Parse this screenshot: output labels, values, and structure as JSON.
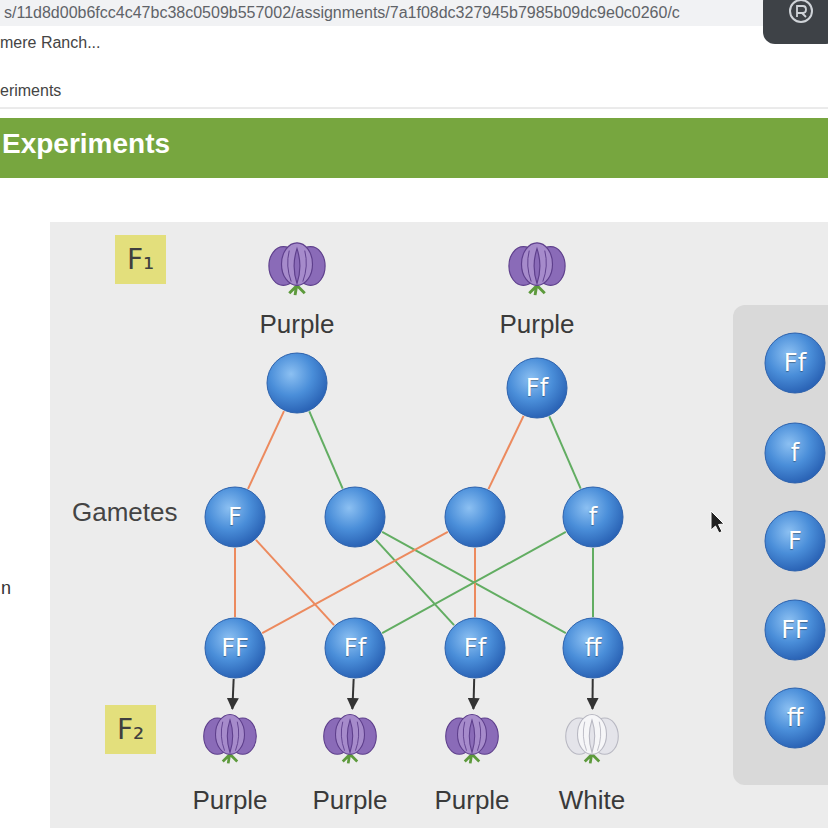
{
  "diagram": {
    "nodes": [
      {
        "text": [
          "F₁"
        ]
      },
      {
        "text": [
          "Purple"
        ]
      },
      {
        "text": [
          "Purple"
        ]
      },
      {
        "text": []
      },
      {
        "text": [
          "Ff"
        ]
      },
      {
        "text": [
          "F"
        ]
      },
      {
        "text": []
      },
      {
        "text": []
      },
      {
        "text": [
          "f"
        ]
      },
      {
        "text": [
          "FF"
        ]
      },
      {
        "text": [
          "Ff"
        ]
      },
      {
        "text": [
          "Ff"
        ]
      },
      {
        "text": [
          "ff"
        ]
      },
      {
        "text": [
          "F₂"
        ]
      },
      {
        "text": [
          "Purple"
        ]
      },
      {
        "text": [
          "Purple"
        ]
      },
      {
        "text": [
          "Purple"
        ]
      },
      {
        "text": [
          "White"
        ]
      },
      {
        "text": [
          "Ff"
        ]
      },
      {
        "text": [
          "f"
        ]
      },
      {
        "text": [
          "F"
        ]
      },
      {
        "text": [
          "FF"
        ]
      },
      {
        "text": [
          "ff"
        ]
      }
    ],
    "edges": [
      {
        "from": 3,
        "to": 5,
        "arrow": "none"
      },
      {
        "from": 3,
        "to": 6,
        "arrow": "none"
      },
      {
        "from": 4,
        "to": 7,
        "arrow": "none"
      },
      {
        "from": 4,
        "to": 8,
        "arrow": "none"
      },
      {
        "from": 5,
        "to": 9,
        "arrow": "none"
      },
      {
        "from": 5,
        "to": 10,
        "arrow": "none"
      },
      {
        "from": 6,
        "to": 11,
        "arrow": "none"
      },
      {
        "from": 6,
        "to": 12,
        "arrow": "none"
      },
      {
        "from": 7,
        "to": 9,
        "arrow": "none"
      },
      {
        "from": 7,
        "to": 11,
        "arrow": "none"
      },
      {
        "from": 8,
        "to": 10,
        "arrow": "none"
      },
      {
        "from": 8,
        "to": 12,
        "arrow": "none"
      },
      {
        "from": 9,
        "to": 14,
        "arrow": "to"
      },
      {
        "from": 10,
        "to": 15,
        "arrow": "to"
      },
      {
        "from": 11,
        "to": 16,
        "arrow": "to"
      },
      {
        "from": 12,
        "to": 17,
        "arrow": "to"
      }
    ],
    "labels": [
      "s/11d8d00b6fcc4c47bc38c0509b557002/assignments/7a1f08dc327945b7985b09dc9e0c0260/c",
      "mere Ranch...",
      "eriments",
      "Experiments",
      "Gametes",
      "n"
    ]
  }
}
